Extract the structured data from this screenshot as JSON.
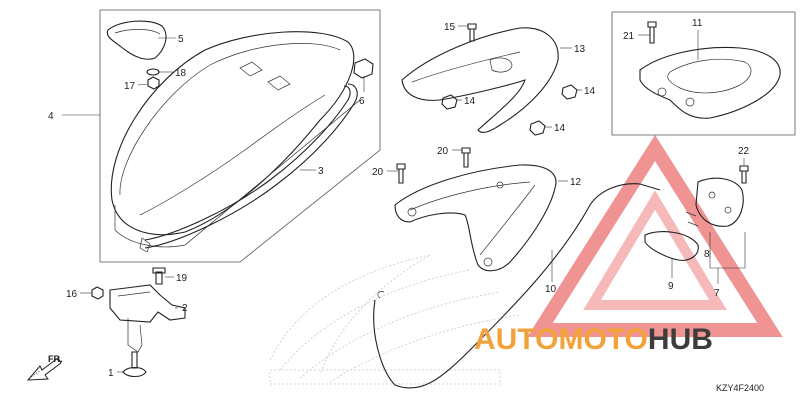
{
  "diagram": {
    "code": "KZY4F2400",
    "direction_label": "FR.",
    "callouts": [
      "1",
      "2",
      "3",
      "4",
      "5",
      "6",
      "7",
      "8",
      "9",
      "10",
      "11",
      "12",
      "13",
      "14",
      "14",
      "14",
      "15",
      "16",
      "17",
      "18",
      "19",
      "20",
      "20",
      "21",
      "22"
    ]
  },
  "watermark": {
    "brand_part1": "AUTOMOTO",
    "brand_part2": "HUB",
    "accent_color": "#f2a23a",
    "dark_color": "#3c3c3c",
    "logo_color": "#e23b3b"
  }
}
